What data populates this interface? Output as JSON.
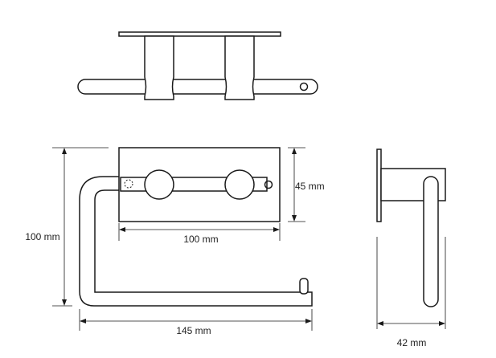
{
  "dimensions": {
    "plate_width": "100 mm",
    "plate_height": "45 mm",
    "total_height": "100 mm",
    "total_width": "145 mm",
    "depth": "42 mm"
  }
}
